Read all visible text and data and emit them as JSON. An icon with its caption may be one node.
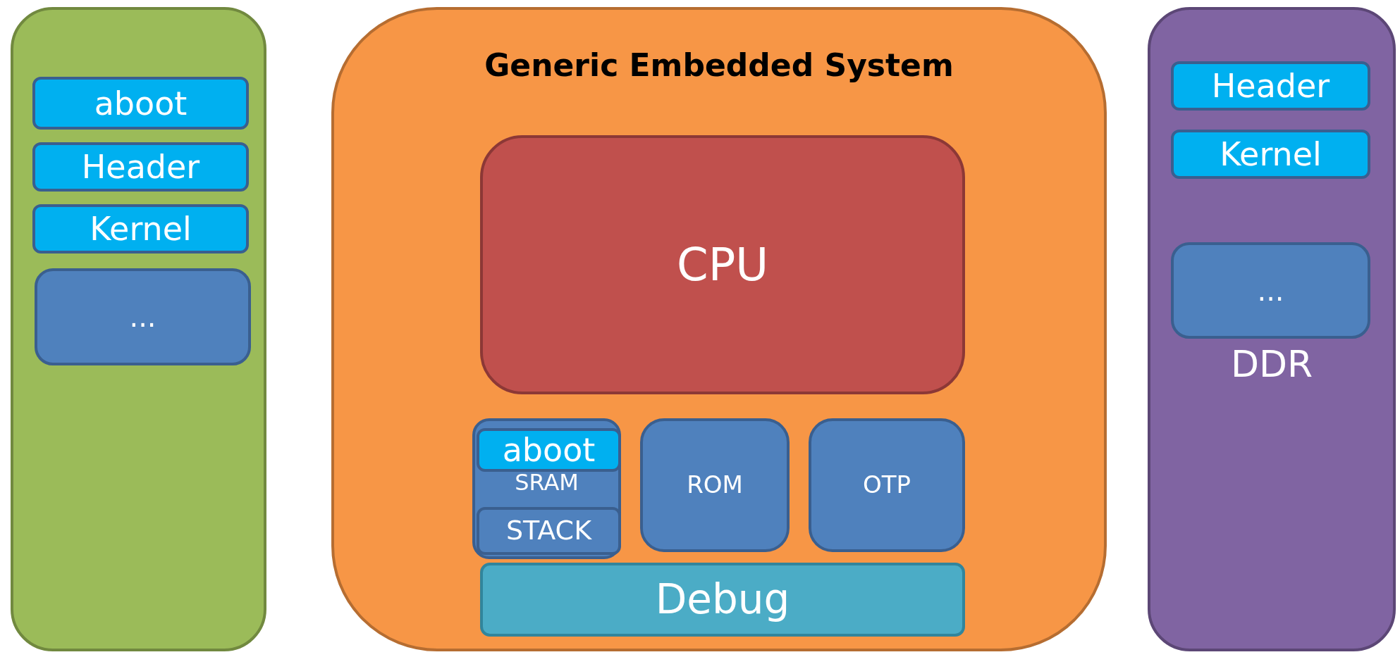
{
  "diagram": {
    "nodes": [
      {
        "text": [],
        "shape": "box"
      },
      {
        "text": [
          "aboot"
        ],
        "in": 0
      },
      {
        "text": [
          "Header"
        ],
        "in": 0
      },
      {
        "text": [
          "Kernel"
        ],
        "in": 0
      },
      {
        "text": [
          "..."
        ],
        "in": 0
      },
      {
        "text": [
          "Generic Embedded System"
        ]
      },
      {
        "text": [
          "CPU"
        ],
        "in": 5
      },
      {
        "text": [
          "SRAM"
        ],
        "in": 5
      },
      {
        "text": [
          "aboot"
        ],
        "in": 7
      },
      {
        "text": [
          "STACK"
        ],
        "in": 7
      },
      {
        "text": [
          "ROM"
        ],
        "in": 5
      },
      {
        "text": [
          "OTP"
        ],
        "in": 5
      },
      {
        "text": [
          "Debug"
        ],
        "in": 5
      },
      {
        "text": [
          "DDR"
        ]
      },
      {
        "text": [
          "Header"
        ],
        "in": 13
      },
      {
        "text": [
          "Kernel"
        ],
        "in": 13
      },
      {
        "text": [
          "..."
        ],
        "in": 13
      }
    ]
  }
}
